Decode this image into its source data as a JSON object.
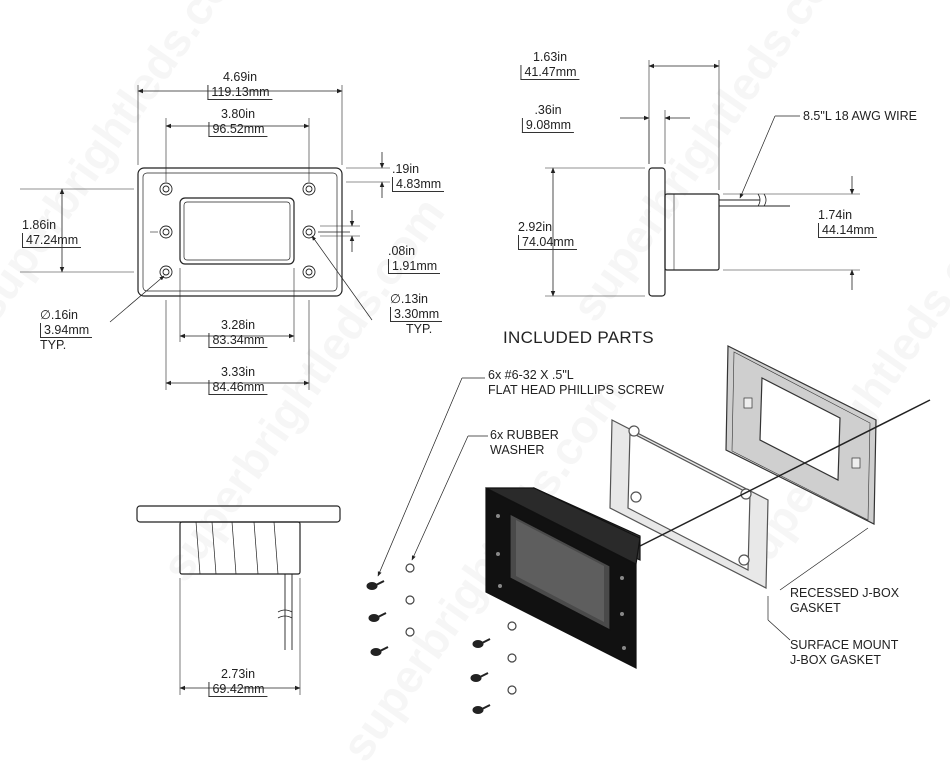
{
  "watermark": "superbrightleds.com",
  "front_view": {
    "overall_width": {
      "inch": "4.69in",
      "mm": "119.13mm"
    },
    "hole_span_top": {
      "inch": "3.80in",
      "mm": "96.52mm"
    },
    "height": {
      "inch": "1.86in",
      "mm": "47.24mm"
    },
    "edge_offset": {
      "inch": ".19in",
      "mm": "4.83mm"
    },
    "small_offset": {
      "inch": ".08in",
      "mm": "1.91mm"
    },
    "hole_dia_left": {
      "inch": "∅.16in",
      "mm": "3.94mm",
      "note": "TYP."
    },
    "hole_dia_right": {
      "inch": "∅.13in",
      "mm": "3.30mm",
      "note": "TYP."
    },
    "inner_width": {
      "inch": "3.28in",
      "mm": "83.34mm"
    },
    "outer_bottom": {
      "inch": "3.33in",
      "mm": "84.46mm"
    }
  },
  "side_view": {
    "depth": {
      "inch": "1.63in",
      "mm": "41.47mm"
    },
    "flange": {
      "inch": ".36in",
      "mm": "9.08mm"
    },
    "height": {
      "inch": "2.92in",
      "mm": "74.04mm"
    },
    "body_height": {
      "inch": "1.74in",
      "mm": "44.14mm"
    },
    "wire_label": "8.5\"L 18 AWG WIRE"
  },
  "bottom_view": {
    "width": {
      "inch": "2.73in",
      "mm": "69.42mm"
    }
  },
  "included_parts": {
    "heading": "INCLUDED PARTS",
    "screw_line1": "6x #6-32 X .5\"L",
    "screw_line2": "FLAT HEAD PHILLIPS SCREW",
    "washer_line1": "6x RUBBER",
    "washer_line2": "WASHER",
    "recessed_line1": "RECESSED J-BOX",
    "recessed_line2": "GASKET",
    "surface_line1": "SURFACE MOUNT",
    "surface_line2": "J-BOX GASKET"
  }
}
